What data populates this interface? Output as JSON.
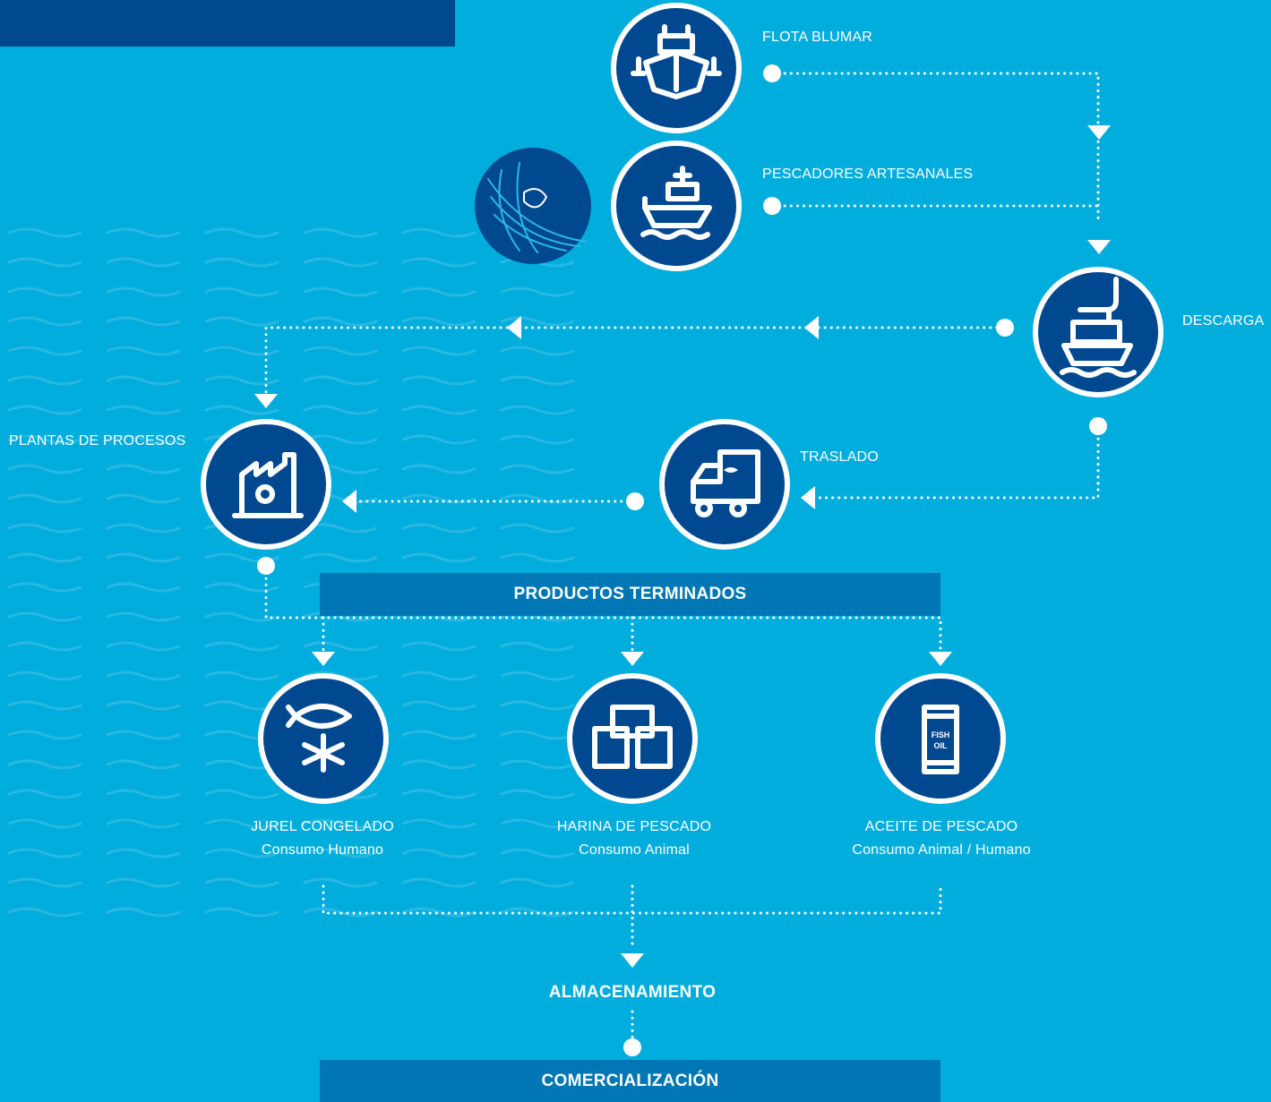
{
  "colors": {
    "background": "#00ADDC",
    "node_fill": "#004990",
    "band_fill": "#0077B5",
    "top_bar": "#004990",
    "line": "#FFFFFF"
  },
  "nodes": {
    "flota": {
      "label": "FLOTA BLUMAR",
      "icon": "ship-front-icon"
    },
    "pescadores": {
      "label": "PESCADORES ARTESANALES",
      "icon": "fishing-boat-icon"
    },
    "fish_net": {
      "icon": "fish-net-icon"
    },
    "descarga": {
      "label": "DESCARGA",
      "icon": "unloading-crane-icon"
    },
    "traslado": {
      "label": "TRASLADO",
      "icon": "fish-truck-icon"
    },
    "plantas": {
      "label": "PLANTAS DE PROCESOS",
      "icon": "factory-gear-icon"
    },
    "jurel": {
      "label": "JUREL CONGELADO",
      "sublabel": "Consumo Humano",
      "icon": "frozen-fish-icon"
    },
    "harina": {
      "label": "HARINA DE PESCADO",
      "sublabel": "Consumo Animal",
      "icon": "meal-sacks-icon"
    },
    "aceite": {
      "label": "ACEITE DE PESCADO",
      "sublabel": "Consumo Animal / Humano",
      "icon": "fish-oil-barrel-icon",
      "barrel_text_1": "FISH",
      "barrel_text_2": "OIL"
    }
  },
  "bands": {
    "productos": "PRODUCTOS TERMINADOS",
    "comercializacion": "COMERCIALIZACIÓN"
  },
  "almacenamiento": "ALMACENAMIENTO"
}
